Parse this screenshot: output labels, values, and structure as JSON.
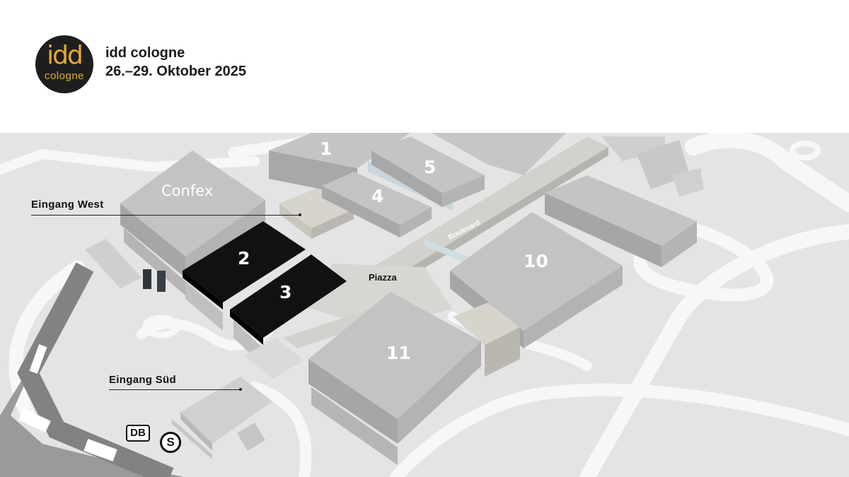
{
  "header": {
    "logo": {
      "text_top": "idd",
      "text_bottom": "cologne",
      "color": "#e2ac2d",
      "background": "#1e1e1e"
    },
    "event_name": "idd cologne",
    "event_dates": "26.–29. Oktober 2025"
  },
  "map": {
    "halls": {
      "h1": "1",
      "h2": "2",
      "h3": "3",
      "h4": "4",
      "h5": "5",
      "h10": "10",
      "h11": "11",
      "confex": "Confex"
    },
    "highlighted_halls": [
      "2",
      "3"
    ],
    "colors": {
      "hall": "#bdbdbd",
      "highlight": "#111111",
      "ground": "#e4e4e4",
      "road": "#f7f7f7",
      "walkway": "#d3d1cb"
    },
    "labels": {
      "piazza": "Piazza",
      "boulevard": "Boulevard",
      "entrance_west": "Eingang West",
      "entrance_south": "Eingang Süd"
    },
    "transit": {
      "db": "DB",
      "sbahn": "S",
      "db_icon": "db-icon",
      "sbahn_icon": "s-bahn-icon"
    }
  }
}
